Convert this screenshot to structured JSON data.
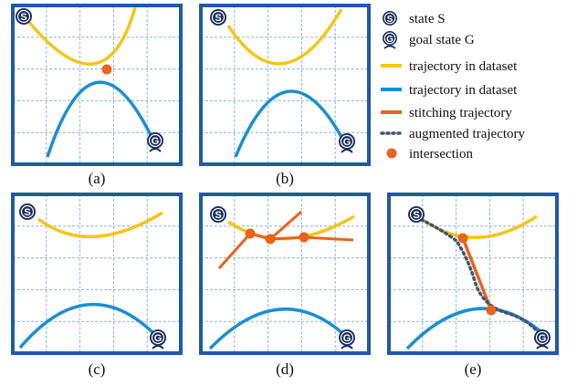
{
  "colors": {
    "frame": "#1f5aa6",
    "grid": "#8fb2d8",
    "yellow": "#f5c518",
    "blue": "#1b8fd0",
    "orange": "#e8631c",
    "dots": "#3f5575",
    "badge": "#1a2e5c"
  },
  "badges": {
    "start_letter": "S",
    "goal_letter": "G"
  },
  "panels": [
    {
      "caption": "(a)"
    },
    {
      "caption": "(b)"
    },
    {
      "caption": "(c)"
    },
    {
      "caption": "(d)"
    },
    {
      "caption": "(e)"
    }
  ],
  "legend": [
    {
      "kind": "start-badge",
      "icon": "start-state-icon",
      "label": "state S"
    },
    {
      "kind": "goal-badge",
      "icon": "goal-state-icon",
      "label": "goal state G"
    },
    {
      "kind": "yellow-line",
      "icon": "yellow-line-icon",
      "label": "trajectory in dataset"
    },
    {
      "kind": "blue-line",
      "icon": "blue-line-icon",
      "label": "trajectory in dataset"
    },
    {
      "kind": "orange-line",
      "icon": "orange-line-icon",
      "label": "stitching trajectory"
    },
    {
      "kind": "dotted-line",
      "icon": "dotted-line-icon",
      "label": "augmented trajectory"
    },
    {
      "kind": "dot",
      "icon": "intersection-dot-icon",
      "label": "intersection"
    }
  ]
}
